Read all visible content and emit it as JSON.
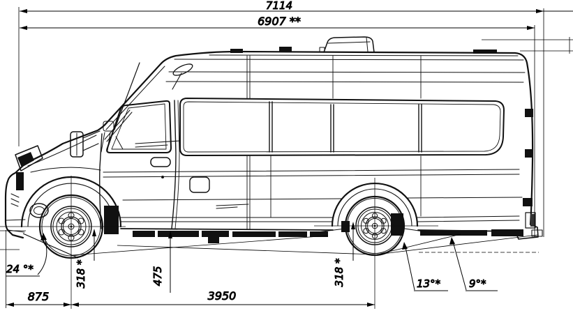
{
  "diagram": {
    "top": {
      "overall_length": "7114",
      "body_length": "6907 **"
    },
    "bottom": {
      "front_overhang": "875",
      "wheelbase": "3950"
    },
    "clearances": {
      "front": "318 *",
      "middle": "475",
      "rear": "318 *"
    },
    "angles": {
      "approach": "24 °*",
      "ramp": "13°*",
      "departure": "9°*"
    },
    "colors": {
      "line": "#111111",
      "dimension": "#000000",
      "background": "#ffffff"
    }
  }
}
